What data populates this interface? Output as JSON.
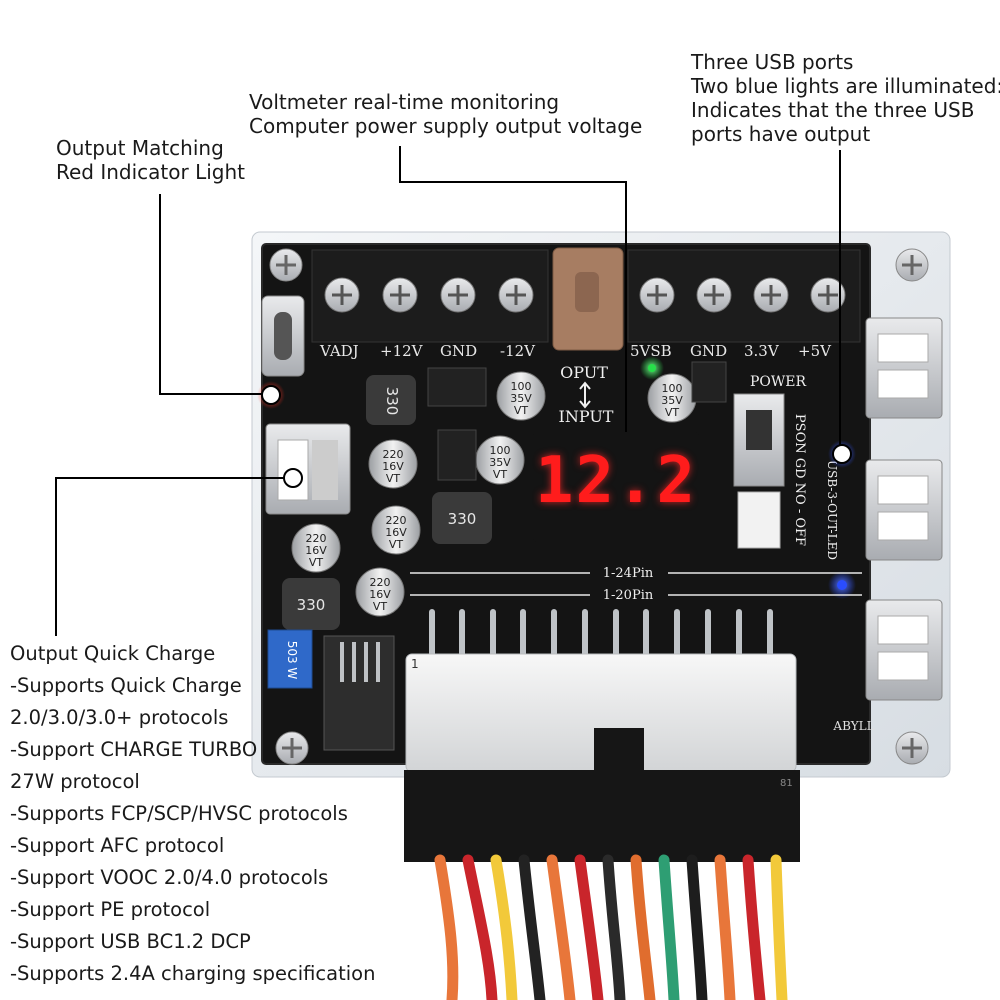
{
  "callouts": {
    "red_light": [
      "Output Matching",
      "Red Indicator Light"
    ],
    "voltmeter": [
      "Voltmeter real-time monitoring",
      "Computer power supply output voltage"
    ],
    "usb": [
      "Three USB ports",
      "Two blue lights are illuminated:",
      "Indicates that the three USB",
      "ports have output"
    ]
  },
  "quick_charge": [
    "Output Quick Charge",
    "-Supports Quick Charge",
    "2.0/3.0/3.0+ protocols",
    "-Support CHARGE TURBO",
    "27W protocol",
    "-Supports FCP/SCP/HVSC protocols",
    "-Support AFC protocol",
    "-Support VOOC 2.0/4.0 protocols",
    "-Support PE protocol",
    "-Support USB BC1.2 DCP",
    "-Supports 2.4A charging specification"
  ],
  "board": {
    "display_value": "12.2",
    "terminals_left": [
      "VADJ",
      "+12V",
      "GND",
      "-12V"
    ],
    "terminals_right": [
      "5VSB",
      "GND",
      "3.3V",
      "+5V"
    ],
    "oput_label": "OPUT",
    "input_label": "INPUT",
    "power_label": "POWER",
    "switch_label": "PSON GD NO - OFF",
    "usb_label": "USB-3-OUT-LED",
    "pin24_label": "1-24Pin",
    "pin20_label": "1-20Pin",
    "inductor_label": "330",
    "cap_big": [
      "100",
      "35V",
      "VT"
    ],
    "cap_220": [
      "220",
      "16V",
      "VT"
    ],
    "trimmer_label": "503 W",
    "brand_label": "ABYLL",
    "pin_numbers": [
      "1",
      "81"
    ]
  },
  "colors": {
    "board": "#141414",
    "display_digits": "#ff1c1c",
    "status_red": "#ff2a1a",
    "status_blue": "#2a4dff",
    "status_green": "#27e04a",
    "callout_line": "#000000"
  },
  "icon_names": [
    "usb-c-port-icon",
    "usb-a-port-icon",
    "red-led-icon",
    "blue-led-icon",
    "green-led-icon",
    "power-switch-icon",
    "atx-connector-icon",
    "screw-icon"
  ]
}
